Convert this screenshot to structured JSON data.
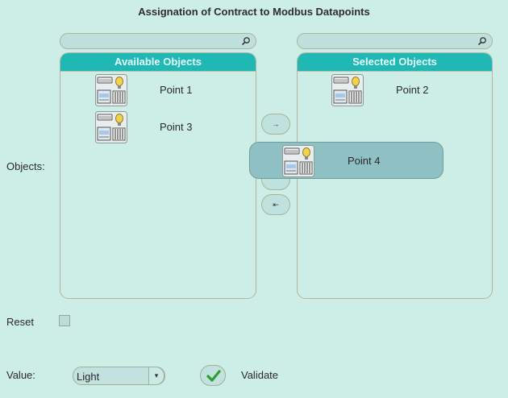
{
  "title": "Assignation of Contract to Modbus Datapoints",
  "available": {
    "search_value": "",
    "header": "Available Objects",
    "items": [
      {
        "label": "Point 1",
        "icon": "device-icon"
      },
      {
        "label": "Point 3",
        "icon": "device-icon"
      }
    ]
  },
  "selected": {
    "search_value": "",
    "header": "Selected Objects",
    "items": [
      {
        "label": "Point 2",
        "icon": "device-icon"
      }
    ]
  },
  "dragging": {
    "label": "Point 4",
    "icon": "device-icon"
  },
  "move_buttons": {
    "add": "→",
    "remove_all": "⇤"
  },
  "labels": {
    "objects": "Objects:",
    "reset": "Reset",
    "value": "Value:"
  },
  "reset_checked": false,
  "value_select": {
    "selected": "Light"
  },
  "validate": {
    "label": "Validate"
  },
  "colors": {
    "background": "#cdeee6",
    "panel_header": "#1fb8b4",
    "drag_item": "#8fc1c4",
    "check": "#3bb33b"
  }
}
